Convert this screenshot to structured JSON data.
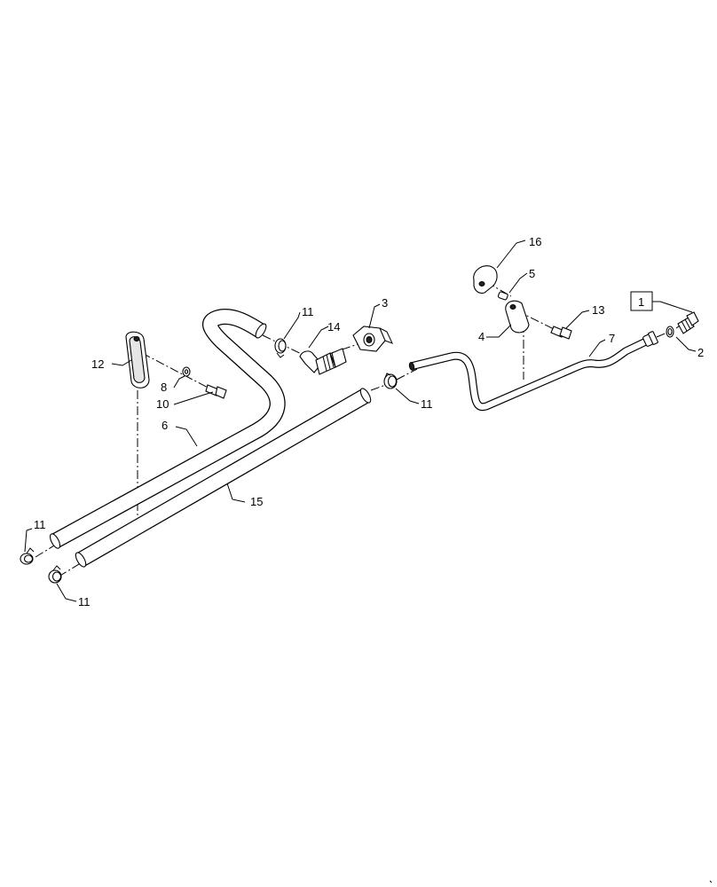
{
  "callouts": {
    "c1": "1",
    "c2": "2",
    "c3": "3",
    "c4": "4",
    "c5": "5",
    "c6": "6",
    "c7": "7",
    "c8": "8",
    "c10": "10",
    "c11a": "11",
    "c11b": "11",
    "c11c": "11",
    "c11d": "11",
    "c12": "12",
    "c13": "13",
    "c14": "14",
    "c15": "15",
    "c16": "16"
  }
}
